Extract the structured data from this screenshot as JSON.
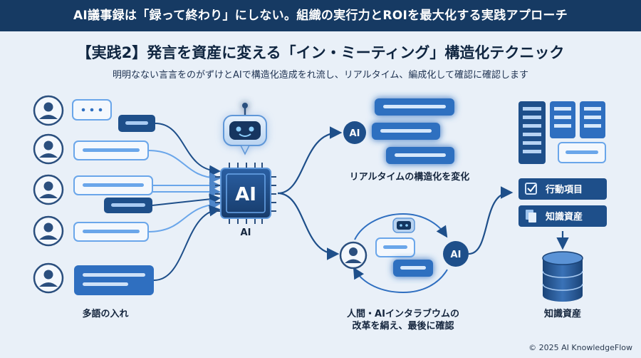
{
  "banner_title": "AI議事録は「録って終わり」にしない。組織の実行力とROIを最大化する実践アプローチ",
  "section_title": "【実践2】発言を資産に変える「イン・ミーティング」構造化テクニック",
  "section_subtitle": "明明なない言言をのがずけとAIで構造化造成をれ流し、リアルタイム、編成化して確認に確認します",
  "diagram": {
    "input_caption": "多語の入れ",
    "ai_chip_text": "AI",
    "ai_chip_caption": "AI",
    "realtime_ai_badge": "AI",
    "realtime_caption": "リアルタイムの構造化を変化",
    "loop_ai_badge": "AI",
    "loop_caption_line1": "人間・AIインタラブウムの",
    "loop_caption_line2": "改革を絹え、最後に確認",
    "outputs": [
      {
        "label": "行動項目",
        "icon": "checkbox-icon"
      },
      {
        "label": "知識資産",
        "icon": "documents-icon"
      }
    ],
    "database_caption": "知識資産"
  },
  "copyright": "© 2025 AI KnowledgeFlow",
  "colors": {
    "banner": "#163a63",
    "accent_dark": "#1e4f8a",
    "accent": "#2f6fc0",
    "accent_light": "#6aa6ea",
    "bubble_light": "#f2f7fd",
    "background": "#e9f0f8"
  }
}
